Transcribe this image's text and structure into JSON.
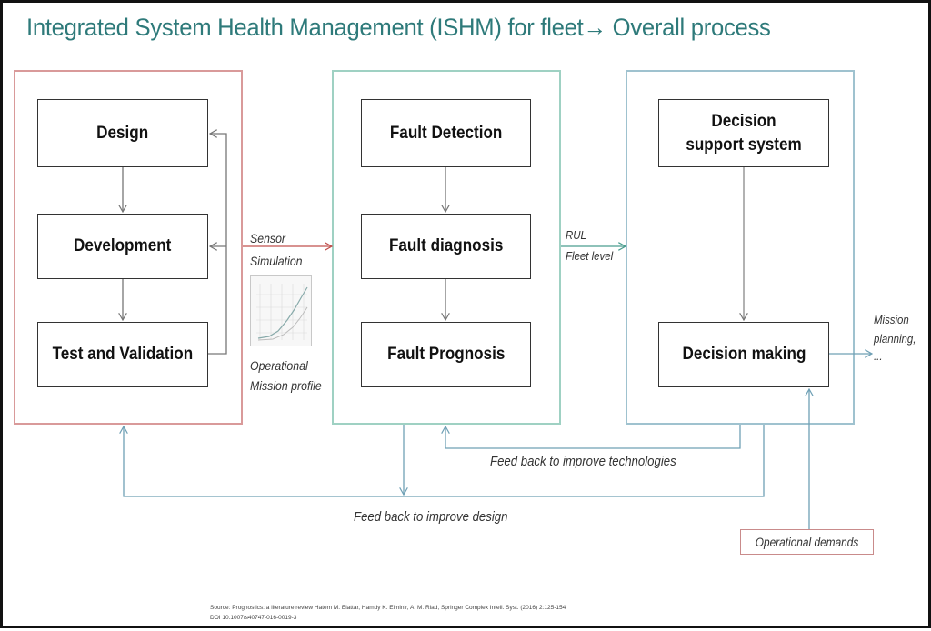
{
  "title": "Integrated System Health Management (ISHM) for fleet→ Overall process",
  "boxes": {
    "design": "Design",
    "development": "Development",
    "test_validation": "Test and Validation",
    "fault_detection": "Fault Detection",
    "fault_diagnosis": "Fault diagnosis",
    "fault_prognosis": "Fault Prognosis",
    "decision_support": "Decision support system",
    "decision_making": "Decision making"
  },
  "labels": {
    "sensor": "Sensor",
    "simulation": "Simulation",
    "operational_mission_1": "Operational",
    "operational_mission_2": "Mission profile",
    "rul": "RUL",
    "fleet_level": "Fleet level",
    "mission_planning": "Mission",
    "mission_planning_2": "planning,",
    "mission_planning_3": "...",
    "feedback_technologies": "Feed back to improve technologies",
    "feedback_design": "Feed back to improve design",
    "operational_demands": "Operational demands"
  },
  "source": {
    "line1": "Source: Prognostics: a literature review Hatem M. Elattar, Hamdy K. Elminir, A. M. Riad, Springer Complex Intell. Syst. (2016) 2:125-154",
    "line2": "DOI 10.1007/s40747-016-0019-3"
  },
  "colors": {
    "title": "#2e7a7a",
    "lifecycle_border": "#d99a9a",
    "phm_border": "#9fd1c3",
    "decision_border": "#9fc2cf",
    "arrow_gray": "#777777",
    "arrow_red": "#c0504d",
    "arrow_teal": "#4a9d8f",
    "arrow_blue": "#6fa0b5"
  }
}
